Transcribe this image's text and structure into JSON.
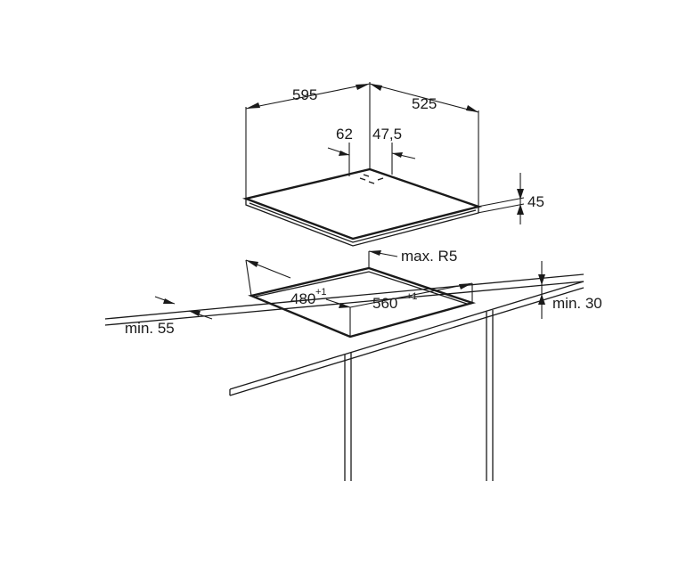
{
  "dimensions": {
    "width_label": "595",
    "depth_label": "525",
    "gas_offset_left": "62",
    "gas_offset_right": "47,5",
    "height_label": "45",
    "corner_radius": "max. R5",
    "cutout_depth": "480",
    "cutout_depth_tol": "+1",
    "cutout_width": "560",
    "cutout_width_tol": "+1",
    "front_clearance": "min. 55",
    "side_clearance": "min. 30"
  },
  "colors": {
    "line": "#1a1a1a",
    "background": "#ffffff"
  }
}
